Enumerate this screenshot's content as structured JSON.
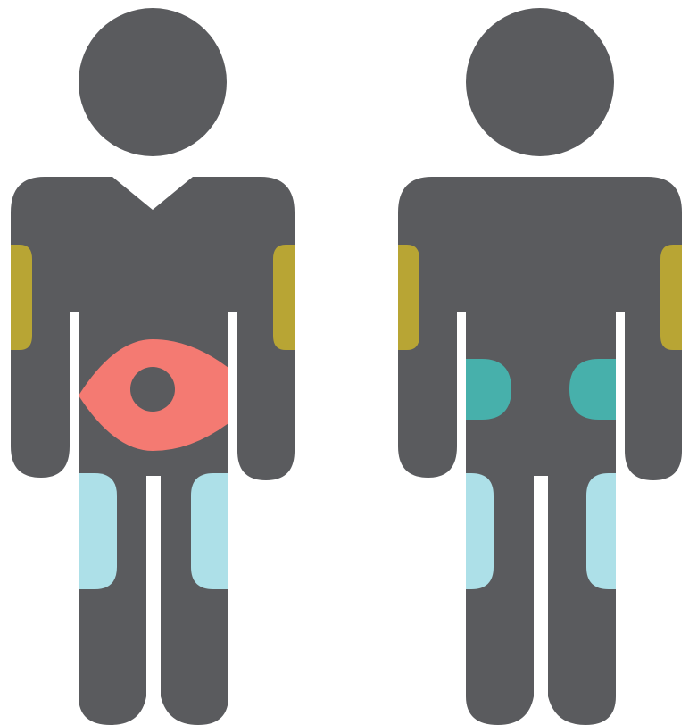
{
  "colors": {
    "background": "#ffffff",
    "body": "#5a5b5e",
    "gap": "#ffffff",
    "upper_arm": "#b8a534",
    "abdomen": "#f47a72",
    "navel": "#5a5b5e",
    "upper_buttocks": "#47b0ab",
    "thigh": "#ade0e8"
  },
  "figures": [
    {
      "view": "front",
      "sites": [
        "upper_arm",
        "abdomen",
        "thigh"
      ]
    },
    {
      "view": "back",
      "sites": [
        "upper_arm",
        "upper_buttocks",
        "thigh"
      ]
    }
  ]
}
